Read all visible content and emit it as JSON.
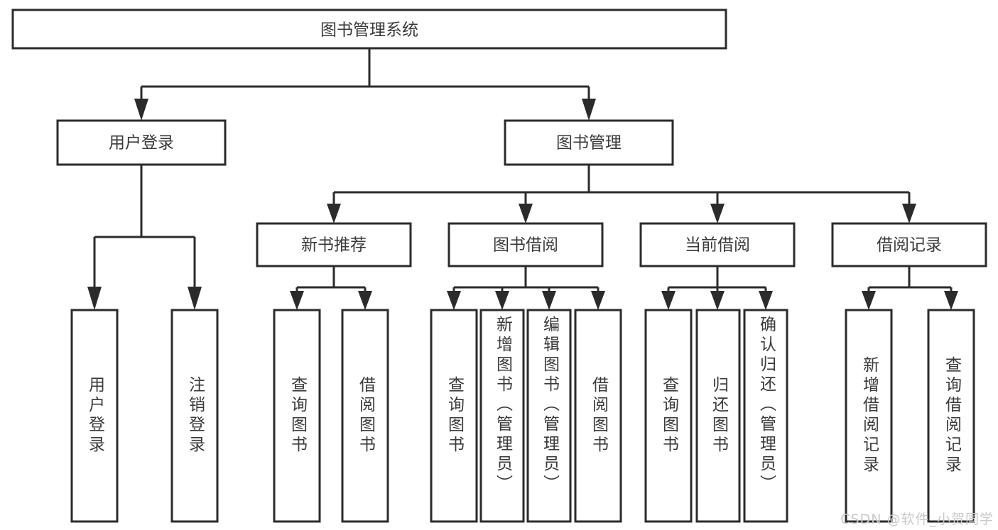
{
  "diagram": {
    "title": "图书管理系统",
    "type": "hierarchy-tree",
    "colors": {
      "box_stroke": "#2b2b2b",
      "box_fill": "#ffffff",
      "text": "#3a3a3a",
      "connector": "#2b2b2b",
      "background": "#ffffff",
      "watermark": "#c9c9c9"
    },
    "root": {
      "label": "图书管理系统"
    },
    "level2": [
      {
        "id": "user-login",
        "label": "用户登录"
      },
      {
        "id": "book-manage",
        "label": "图书管理"
      }
    ],
    "level3": [
      {
        "id": "new-book-recommend",
        "label": "新书推荐"
      },
      {
        "id": "book-borrow",
        "label": "图书借阅"
      },
      {
        "id": "current-borrow",
        "label": "当前借阅"
      },
      {
        "id": "borrow-record",
        "label": "借阅记录"
      }
    ],
    "leaves": {
      "user_login": [
        {
          "id": "leaf-user-login",
          "label": "用户登录"
        },
        {
          "id": "leaf-logout-login",
          "label": "注销登录"
        }
      ],
      "new_book_recommend": [
        {
          "id": "leaf-query-book-1",
          "label": "查询图书"
        },
        {
          "id": "leaf-borrow-book-1",
          "label": "借阅图书"
        }
      ],
      "book_borrow": [
        {
          "id": "leaf-query-book-2",
          "label": "查询图书"
        },
        {
          "id": "leaf-add-book",
          "label": "新增图书（管理员）"
        },
        {
          "id": "leaf-edit-book",
          "label": "编辑图书（管理员）"
        },
        {
          "id": "leaf-borrow-book-2",
          "label": "借阅图书"
        }
      ],
      "current_borrow": [
        {
          "id": "leaf-query-book-3",
          "label": "查询图书"
        },
        {
          "id": "leaf-return-book",
          "label": "归还图书"
        },
        {
          "id": "leaf-confirm-return",
          "label": "确认归还（管理员）"
        }
      ],
      "borrow_record": [
        {
          "id": "leaf-add-record",
          "label": "新增借阅记录"
        },
        {
          "id": "leaf-query-record",
          "label": "查询借阅记录"
        }
      ]
    },
    "watermark": "CSDN @软件_小贺同学"
  }
}
